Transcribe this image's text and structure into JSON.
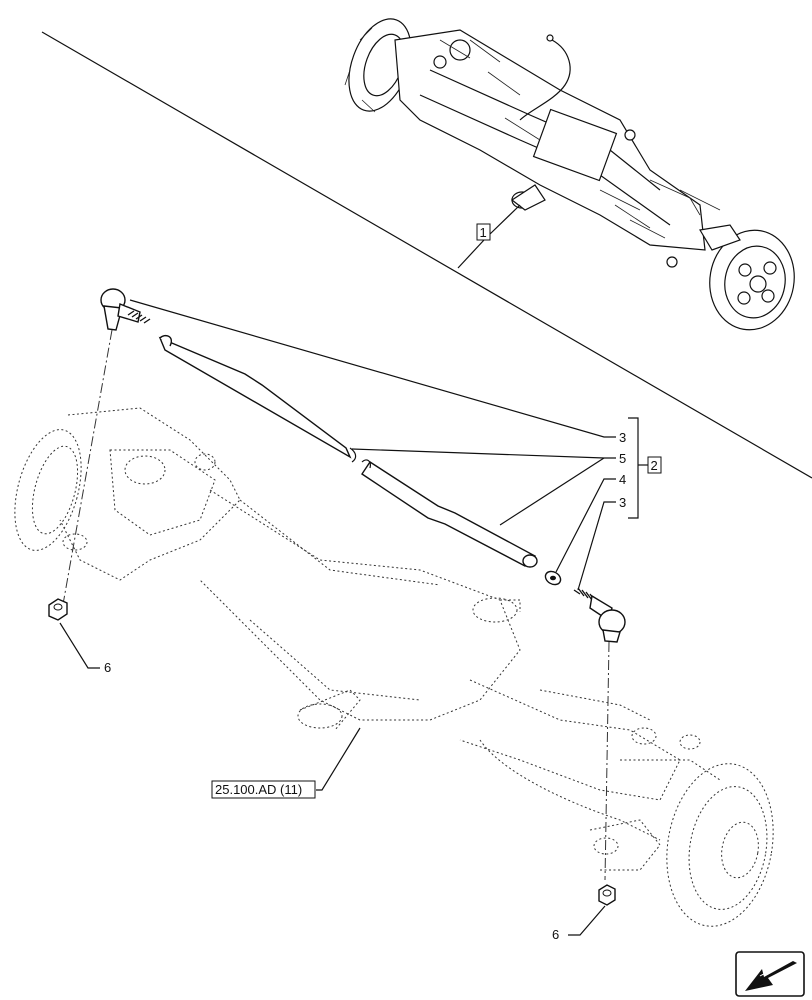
{
  "callouts": {
    "c1": "1",
    "c2": "2",
    "c3a": "3",
    "c5": "5",
    "c4": "4",
    "c3b": "3",
    "c6a": "6",
    "c6b": "6",
    "ref": "25.100.AD (11)"
  },
  "icons": {
    "nav": "arrow-down-left-icon"
  }
}
